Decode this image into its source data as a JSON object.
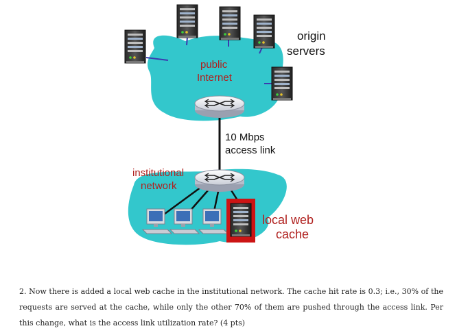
{
  "labels": {
    "origin_servers_line1": "origin",
    "origin_servers_line2": "servers",
    "public_internet_line1": "public",
    "public_internet_line2": "Internet",
    "access_link_line1": "10 Mbps",
    "access_link_line2": "access link",
    "institutional_line1": "institutional",
    "institutional_line2": "network",
    "cache_line1": "local web",
    "cache_line2": "cache"
  },
  "question": {
    "text": "2. Now there is added a local web cache in the institutional network. The cache hit rate is 0.3; i.e., 30% of the requests are served at the cache, while only the other 70% of them are pushed through the access link. Per this change, what is the access link utilization rate? (4 pts)"
  },
  "colors": {
    "cloud": "#33c7cc",
    "label_red": "#b0201e",
    "cache_box": "#cc1414",
    "link_blue": "#3b3bb0"
  }
}
